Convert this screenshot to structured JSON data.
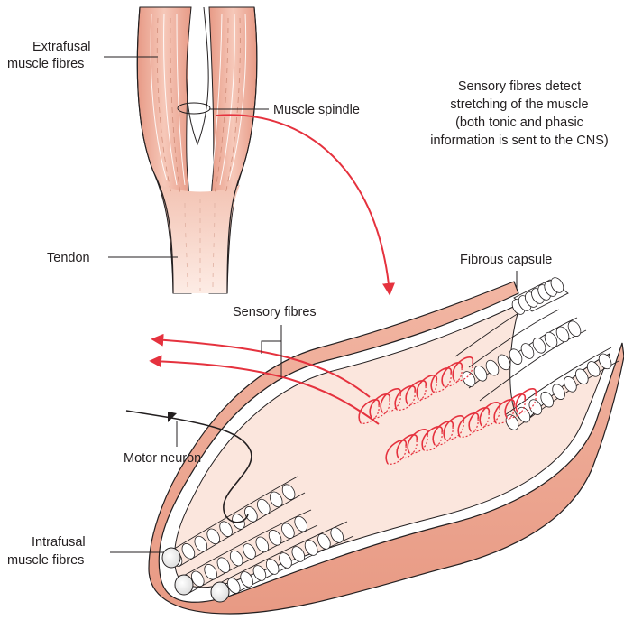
{
  "labels": {
    "extrafusal_line1": "Extrafusal",
    "extrafusal_line2": "muscle fibres",
    "muscle_spindle": "Muscle spindle",
    "tendon": "Tendon",
    "fibrous_capsule": "Fibrous capsule",
    "sensory_fibres": "Sensory fibres",
    "motor_neuron": "Motor neuron",
    "intrafusal_line1": "Intrafusal",
    "intrafusal_line2": "muscle fibres"
  },
  "note": {
    "line1": "Sensory fibres detect",
    "line2": "stretching of the muscle",
    "line3": "(both tonic and phasic",
    "line4": "information is sent to the CNS)"
  },
  "colors": {
    "muscle_fill": "#f0b4a2",
    "muscle_light": "#f8d6ca",
    "tendon_fill": "#fbe3da",
    "capsule_fill": "#eea893",
    "capsule_inner": "#f7d2c6",
    "sensory_red": "#e5323e",
    "outline": "#231f20",
    "fibre_white": "#ffffff"
  }
}
